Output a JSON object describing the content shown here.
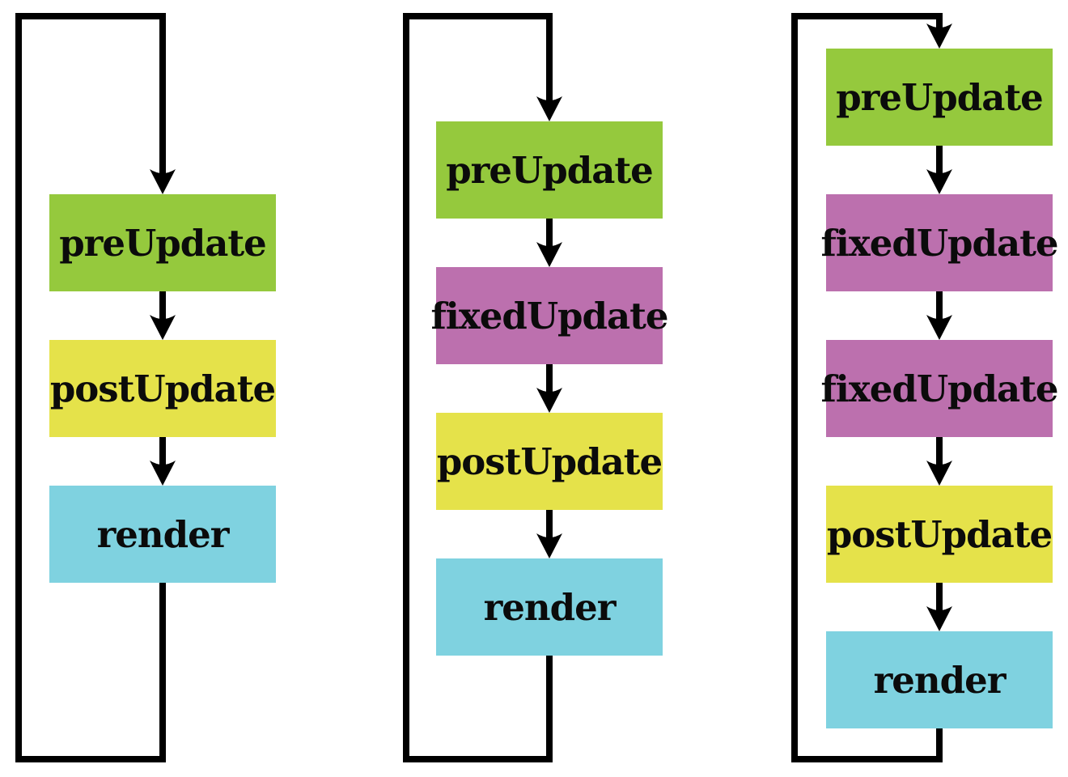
{
  "background": "#ffffff",
  "line_color": "#000000",
  "colors": {
    "preUpdate": "#95c93d",
    "fixedUpdate": "#bc70ae",
    "postUpdate": "#e5e24a",
    "render": "#7fd2e0",
    "line": "#000000",
    "text": "#0b0b0b"
  },
  "diagrams": [
    {
      "name": "update-loop",
      "boxes": [
        {
          "label": "preUpdate",
          "color": "#95c93d"
        },
        {
          "label": "postUpdate",
          "color": "#e5e24a"
        },
        {
          "label": "render",
          "color": "#7fd2e0"
        }
      ]
    },
    {
      "name": "update-loop-single-fixed-step",
      "boxes": [
        {
          "label": "preUpdate",
          "color": "#95c93d"
        },
        {
          "label": "fixedUpdate",
          "color": "#bc70ae"
        },
        {
          "label": "postUpdate",
          "color": "#e5e24a"
        },
        {
          "label": "render",
          "color": "#7fd2e0"
        }
      ]
    },
    {
      "name": "update-loop-double-fixed-step",
      "boxes": [
        {
          "label": "preUpdate",
          "color": "#95c93d"
        },
        {
          "label": "fixedUpdate",
          "color": "#bc70ae"
        },
        {
          "label": "fixedUpdate",
          "color": "#bc70ae"
        },
        {
          "label": "postUpdate",
          "color": "#e5e24a"
        },
        {
          "label": "render",
          "color": "#7fd2e0"
        }
      ]
    }
  ]
}
